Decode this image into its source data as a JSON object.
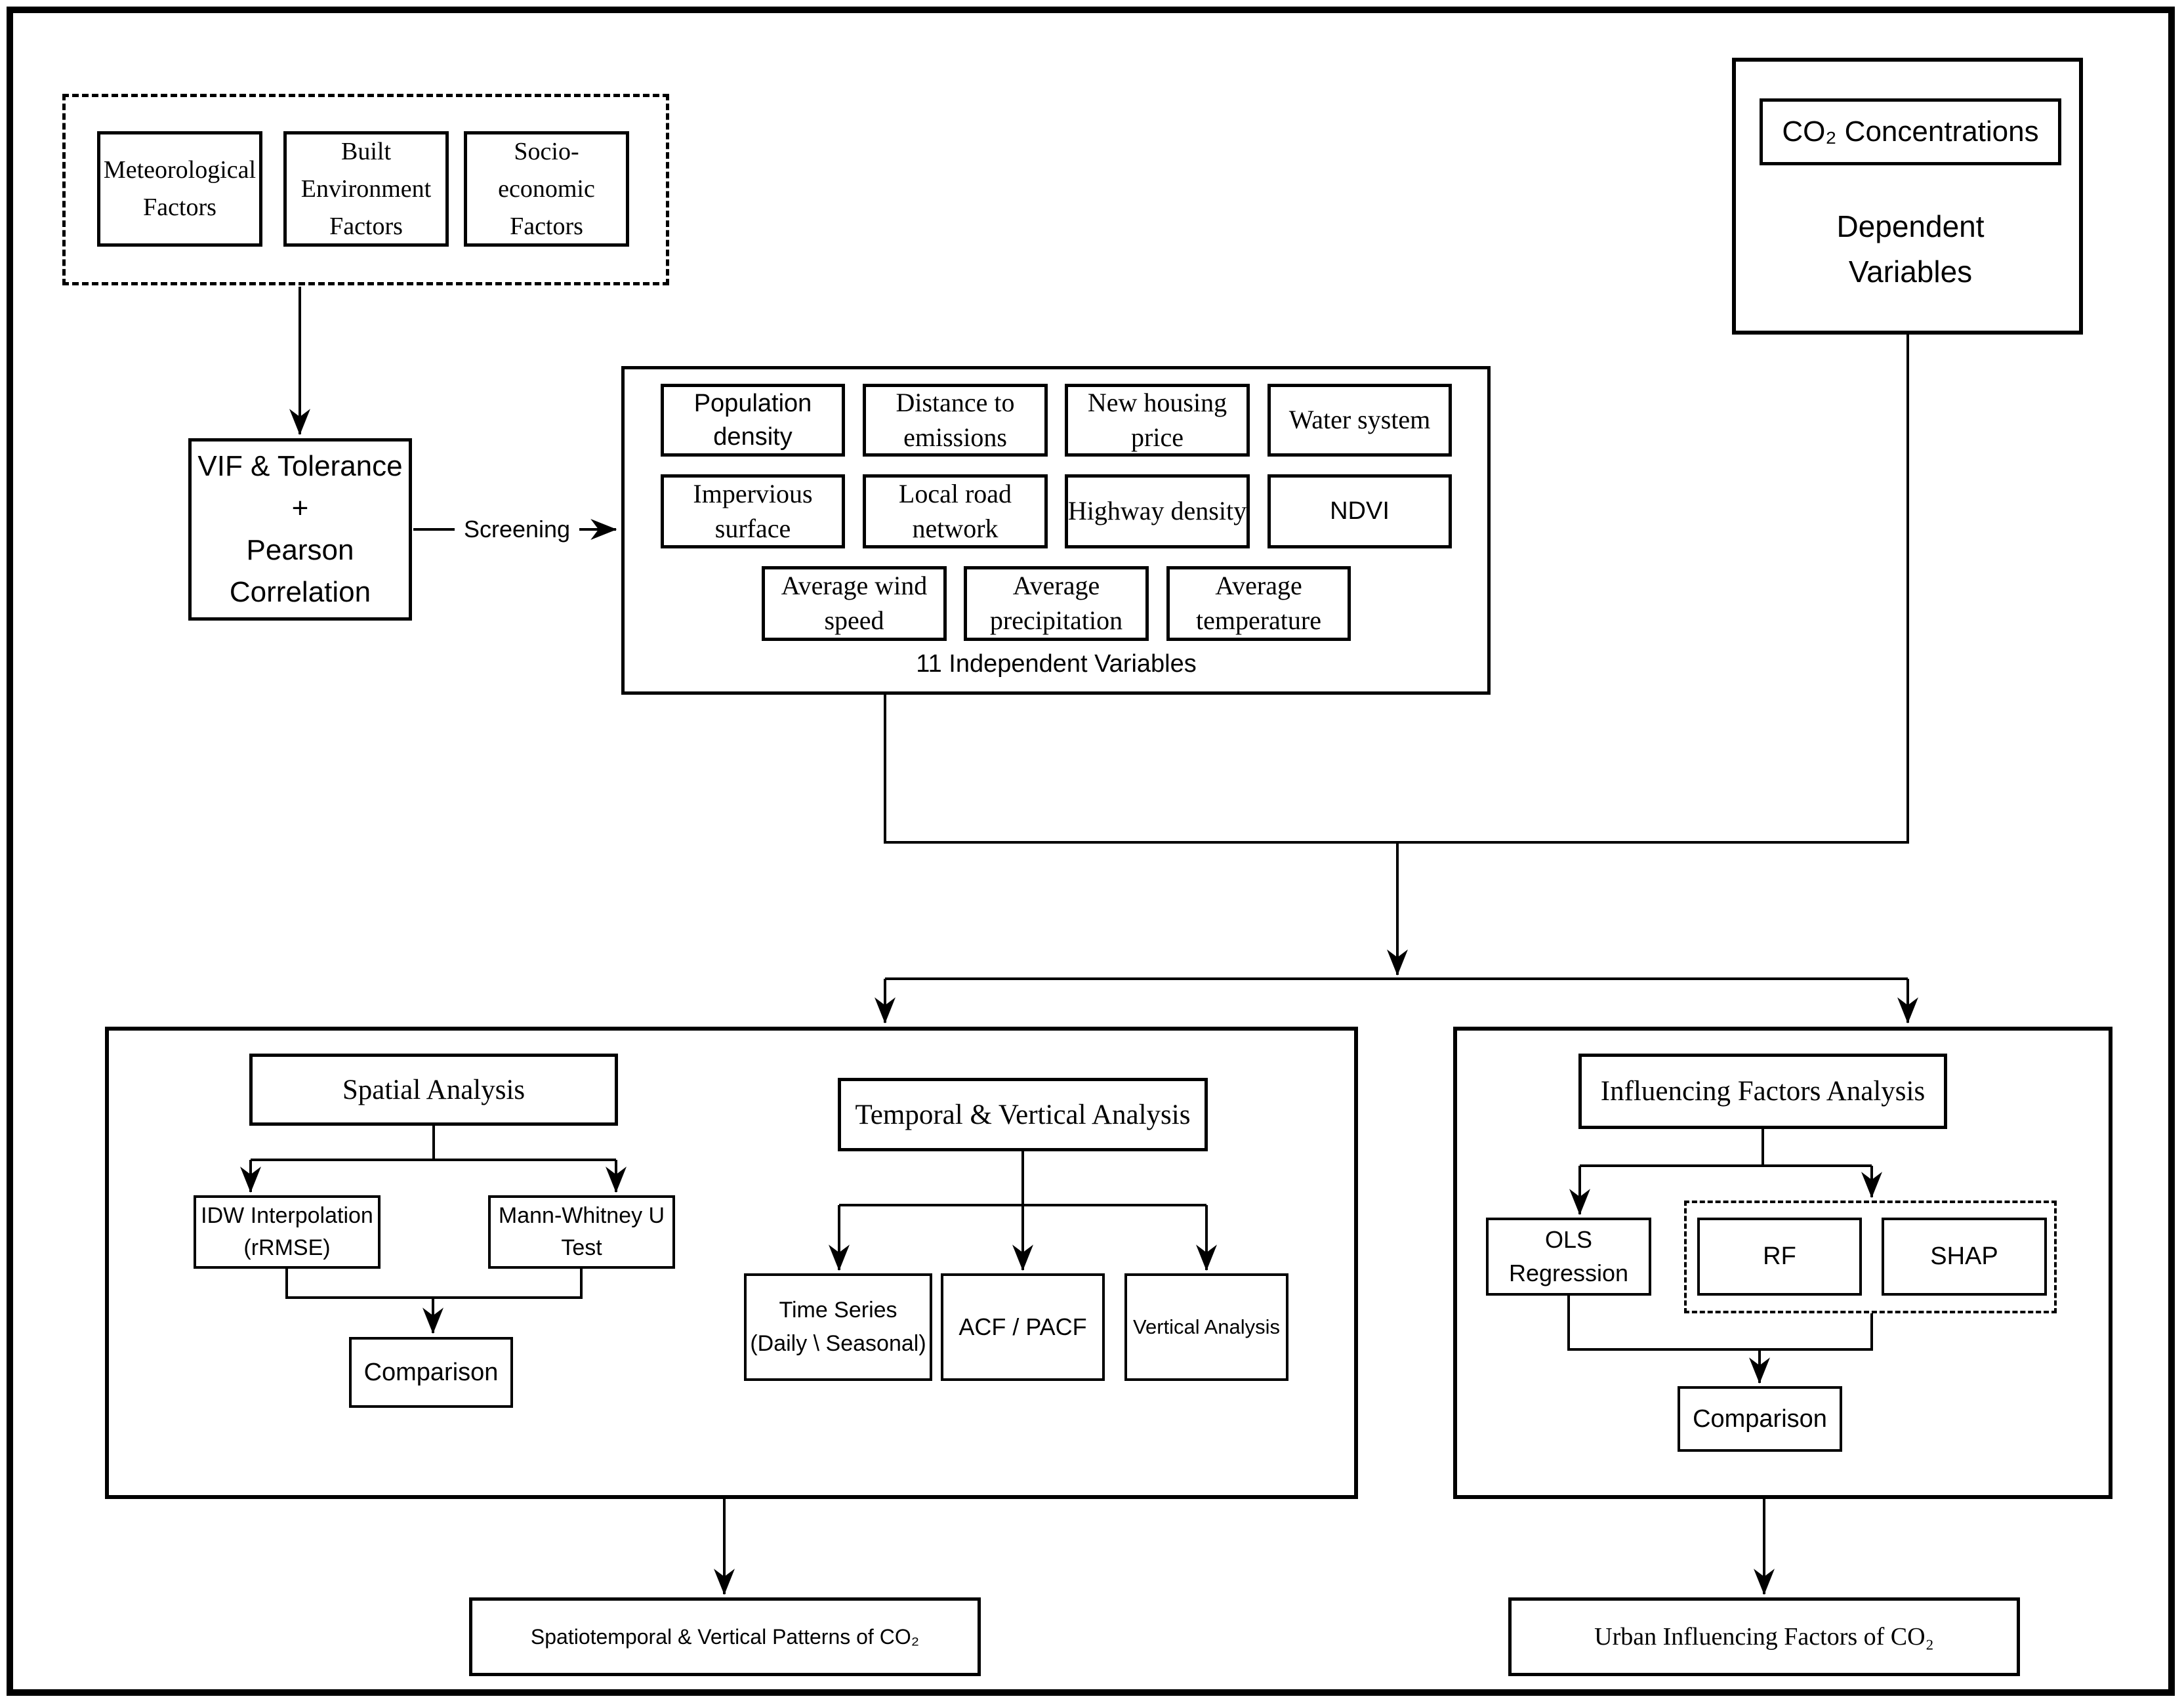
{
  "figure": {
    "type": "flowchart",
    "colors": {
      "line": "#000000",
      "background": "#ffffff"
    }
  },
  "factors": {
    "items": [
      {
        "label": "Meteorological Factors"
      },
      {
        "label": "Built Environment Factors"
      },
      {
        "label": "Socio-economic Factors"
      }
    ]
  },
  "screening": {
    "vif_lines": [
      "VIF & Tolerance",
      "+",
      "Pearson",
      "Correlation"
    ],
    "arrow_label": "Screening"
  },
  "independent": {
    "caption": "11 Independent Variables",
    "row1": [
      "Population density",
      "Distance to emissions",
      "New housing price",
      "Water system"
    ],
    "row2": [
      "Impervious surface",
      "Local road network",
      "Highway density",
      "NDVI"
    ],
    "row3": [
      "Average wind speed",
      "Average precipitation",
      "Average temperature"
    ]
  },
  "dependent": {
    "co2_label": "CO₂ Concentrations",
    "label_lines": [
      "Dependent",
      "Variables"
    ]
  },
  "spatial": {
    "title": "Spatial Analysis",
    "idw_lines": [
      "IDW Interpolation",
      "(rRMSE)"
    ],
    "mann_lines": [
      "Mann-Whitney U",
      "Test"
    ],
    "comparison": "Comparison"
  },
  "temporal": {
    "title": "Temporal & Vertical Analysis",
    "time_series_lines": [
      "Time Series",
      "(Daily \\ Seasonal)"
    ],
    "acf": "ACF / PACF",
    "vertical": "Vertical Analysis"
  },
  "influencing": {
    "title": "Influencing Factors Analysis",
    "ols_lines": [
      "OLS",
      "Regression"
    ],
    "rf": "RF",
    "shap": "SHAP",
    "comparison": "Comparison"
  },
  "outputs": {
    "left": "Spatiotemporal & Vertical Patterns of CO₂",
    "right": "Urban Influencing Factors of CO₂"
  }
}
